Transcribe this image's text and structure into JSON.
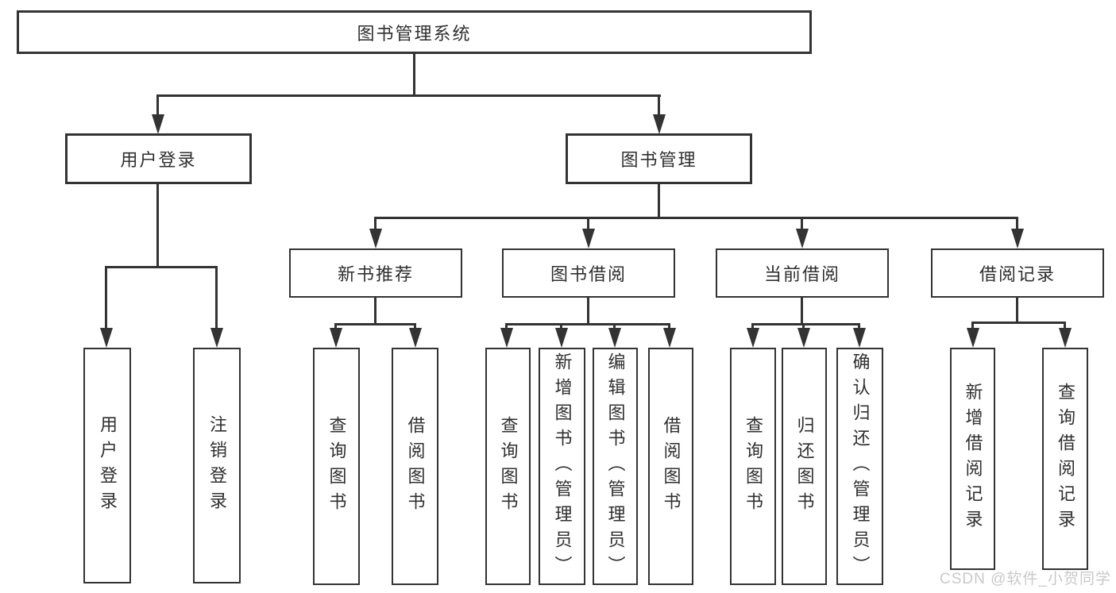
{
  "diagram": {
    "root": {
      "label": "图书管理系统"
    },
    "branches": [
      {
        "label": "用户登录",
        "children": [
          {
            "label": "用户登录"
          },
          {
            "label": "注销登录"
          }
        ]
      },
      {
        "label": "图书管理",
        "children": [
          {
            "label": "新书推荐",
            "children": [
              {
                "label": "查询图书"
              },
              {
                "label": "借阅图书"
              }
            ]
          },
          {
            "label": "图书借阅",
            "children": [
              {
                "label": "查询图书"
              },
              {
                "label": "新增图书（管理员）"
              },
              {
                "label": "编辑图书（管理员）"
              },
              {
                "label": "借阅图书"
              }
            ]
          },
          {
            "label": "当前借阅",
            "children": [
              {
                "label": "查询图书"
              },
              {
                "label": "归还图书"
              },
              {
                "label": "确认归还（管理员）"
              }
            ]
          },
          {
            "label": "借阅记录",
            "children": [
              {
                "label": "新增借阅记录"
              },
              {
                "label": "查询借阅记录"
              }
            ]
          }
        ]
      }
    ]
  },
  "watermark": {
    "text": "CSDN @软件_小贺同学"
  },
  "colors": {
    "line": "#333333",
    "text": "#2f2f2f",
    "watermark": "#c6c6c6",
    "background": "#ffffff"
  }
}
